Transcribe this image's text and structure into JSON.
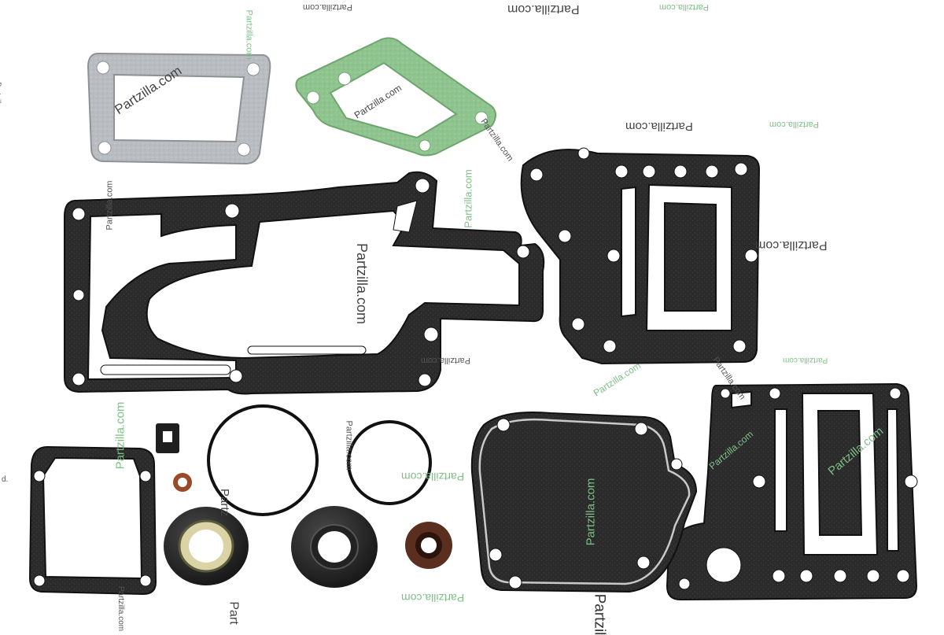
{
  "image": {
    "subject": "Outboard lower-unit gasket and seal kit product photo",
    "background_color": "#ffffff"
  },
  "colors": {
    "gasket_black": "#2a2a2a",
    "gasket_grey": "#b9bcc0",
    "gasket_green": "#8fc48f",
    "seal_brown": "#6a3a25",
    "watermark_dark": "#555555",
    "watermark_green": "#7fbf86"
  },
  "watermarks": {
    "primary": "Partzilla.com",
    "fragment_edge_left": "d.",
    "fragment_partz": "Partz",
    "fragment_part": "Part",
    "fragment_partzil": "Partzil"
  },
  "parts": [
    {
      "name": "grey-gasket",
      "icon": "rect-gasket-icon"
    },
    {
      "name": "green-gasket",
      "icon": "rect-gasket-icon"
    },
    {
      "name": "large-exhaust-gasket",
      "icon": "exhaust-gasket-icon"
    },
    {
      "name": "right-upper-gasket",
      "icon": "plate-gasket-icon"
    },
    {
      "name": "right-lower-gasket",
      "icon": "plate-gasket-icon"
    },
    {
      "name": "small-square-gasket",
      "icon": "square-gasket-icon"
    },
    {
      "name": "tiny-square-seal",
      "icon": "square-seal-icon"
    },
    {
      "name": "small-copper-washer",
      "icon": "washer-icon"
    },
    {
      "name": "large-o-ring",
      "icon": "o-ring-icon"
    },
    {
      "name": "medium-o-ring",
      "icon": "o-ring-icon"
    },
    {
      "name": "oil-seal-left",
      "icon": "oil-seal-icon"
    },
    {
      "name": "oil-seal-middle",
      "icon": "oil-seal-icon"
    },
    {
      "name": "oil-seal-small-brown",
      "icon": "oil-seal-icon"
    },
    {
      "name": "cover-gasket",
      "icon": "cover-gasket-icon"
    }
  ]
}
